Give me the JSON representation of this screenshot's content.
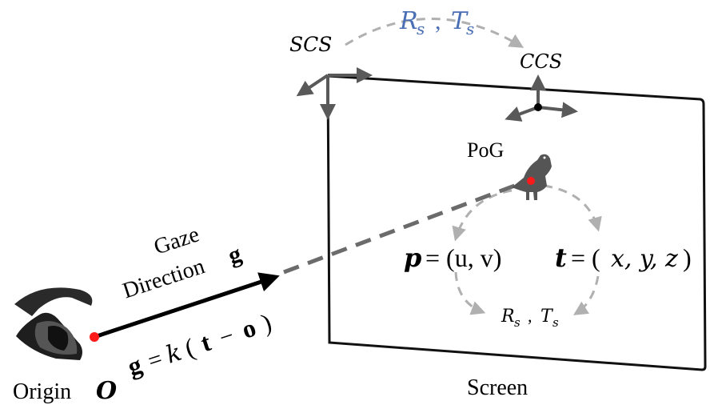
{
  "labels": {
    "scs": "SCS",
    "ccs": "CCS",
    "rs_ts_top": "R",
    "rs_ts_top_sub_r": "s",
    "rs_ts_top_t": "T",
    "rs_ts_top_sub_t": "s",
    "pog": "PoG",
    "p_symbol": "p",
    "p_eq": "= (u, v)",
    "t_symbol": "t",
    "t_eq": "= (",
    "t_vars": "x, y, z",
    "t_close": ")",
    "rs_ts_bottom": "R",
    "rs_ts_bottom_sub_r": "s",
    "rs_ts_bottom_t": "T",
    "rs_ts_bottom_sub_t": "s",
    "comma": ",",
    "gaze_line1": "Gaze",
    "gaze_line2": "Direction",
    "gaze_g": "g",
    "formula_g": "g",
    "formula_eq": "=",
    "formula_k": "k",
    "formula_paren_open": "(",
    "formula_t": "t",
    "formula_minus": "−",
    "formula_o": "o",
    "formula_paren_close": ")",
    "origin": "Origin",
    "origin_symbol": "O",
    "screen": "Screen"
  },
  "colors": {
    "axis": "#595959",
    "frame": "#111111",
    "dashed": "#b0b0b0",
    "gaze_dashed": "#6b6b6b",
    "blue_text": "#4a6fb5",
    "red_dot": "#ff1a1a",
    "pigeon": "#555555"
  }
}
